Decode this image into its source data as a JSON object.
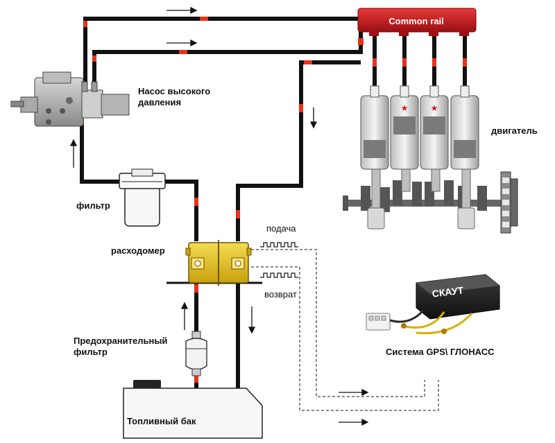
{
  "labels": {
    "common_rail": "Common rail",
    "pump_line1": "Насос высокого",
    "pump_line2": "давления",
    "engine": "двигатель",
    "filter": "фильтр",
    "flowmeter": "расходомер",
    "supply": "подача",
    "return": "возврат",
    "safety_filter_line1": "Предохранительный",
    "safety_filter_line2": "фильтр",
    "fuel_tank": "Топливный бак",
    "gps_system": "Система GPS\\ ГЛОНАСС",
    "device_brand": "СКАУТ"
  },
  "colors": {
    "pipe": "#111111",
    "marker": "#e8311a",
    "rail": "#c0141a",
    "flowmeter": "#e6c21c",
    "piston_body": "#d9d9d9",
    "piston_dark": "#777777"
  },
  "icons": {
    "flow_arrow": "arrow-right-icon",
    "pulse_signal": "pulse-wave-icon"
  }
}
